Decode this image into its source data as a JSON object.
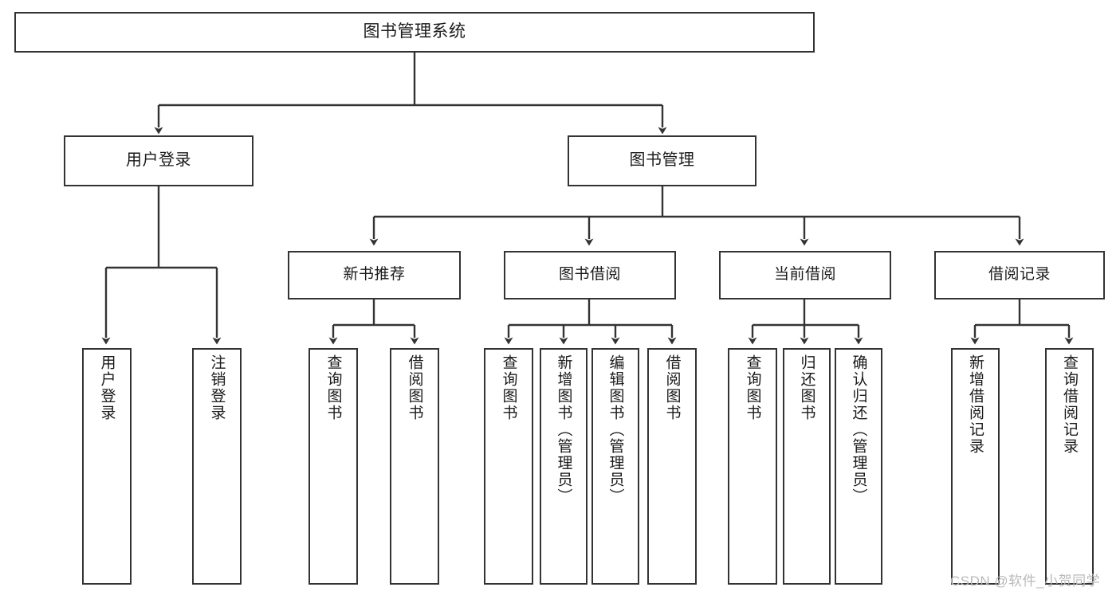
{
  "diagram": {
    "title": "图书管理系统",
    "type": "tree-hierarchy-diagram",
    "root": {
      "label": "图书管理系统"
    },
    "level2": [
      {
        "label": "用户登录"
      },
      {
        "label": "图书管理"
      }
    ],
    "level3": [
      {
        "label": "新书推荐"
      },
      {
        "label": "图书借阅"
      },
      {
        "label": "当前借阅"
      },
      {
        "label": "借阅记录"
      }
    ],
    "leaves": {
      "user_login": [
        {
          "label": "用户登录"
        },
        {
          "label": "注销登录"
        }
      ],
      "new_book_recommend": [
        {
          "label": "查询图书"
        },
        {
          "label": "借阅图书"
        }
      ],
      "book_borrow": [
        {
          "label": "查询图书"
        },
        {
          "label": "新增图书（管理员）"
        },
        {
          "label": "编辑图书（管理员）"
        },
        {
          "label": "借阅图书"
        }
      ],
      "current_borrow": [
        {
          "label": "查询图书"
        },
        {
          "label": "归还图书"
        },
        {
          "label": "确认归还（管理员）"
        }
      ],
      "borrow_record": [
        {
          "label": "新增借阅记录"
        },
        {
          "label": "查询借阅记录"
        }
      ]
    }
  },
  "watermark": {
    "text": "CSDN @软件_小贺同学"
  },
  "colors": {
    "stroke": "#333333",
    "box_fill": "#ffffff",
    "text": "#1a1a1a",
    "watermark": "#b9b9b9"
  }
}
